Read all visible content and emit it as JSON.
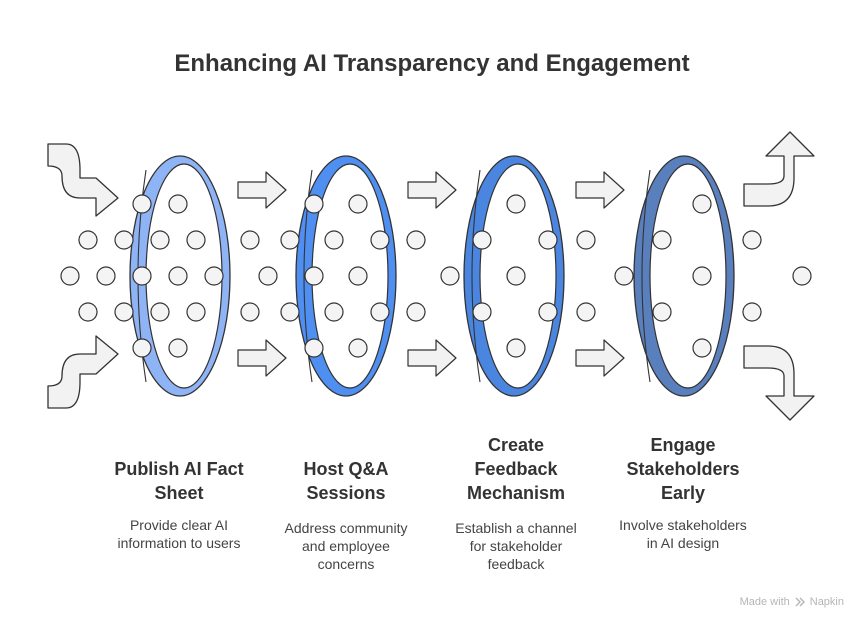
{
  "title": "Enhancing AI Transparency and Engagement",
  "steps": [
    {
      "title": "Publish AI Fact\nSheet",
      "description": "Provide clear AI\ninformation to users",
      "color": "#8fb4f5"
    },
    {
      "title": "Host Q&A\nSessions",
      "description": "Address community\nand employee\nconcerns",
      "color": "#4f8ff2"
    },
    {
      "title": "Create\nFeedback\nMechanism",
      "description": "Establish a channel\nfor stakeholder\nfeedback",
      "color": "#4a86e0"
    },
    {
      "title": "Engage\nStakeholders\nEarly",
      "description": "Involve stakeholders\nin AI design",
      "color": "#5a7fbd"
    }
  ],
  "watermark": {
    "prefix": "Made with",
    "brand": "Napkin"
  },
  "icons": {
    "arrow": "arrow-right-icon",
    "curved_in": "curved-arrow-in-icon",
    "curved_out": "curved-arrow-out-icon",
    "brand": "napkin-logo-icon"
  }
}
